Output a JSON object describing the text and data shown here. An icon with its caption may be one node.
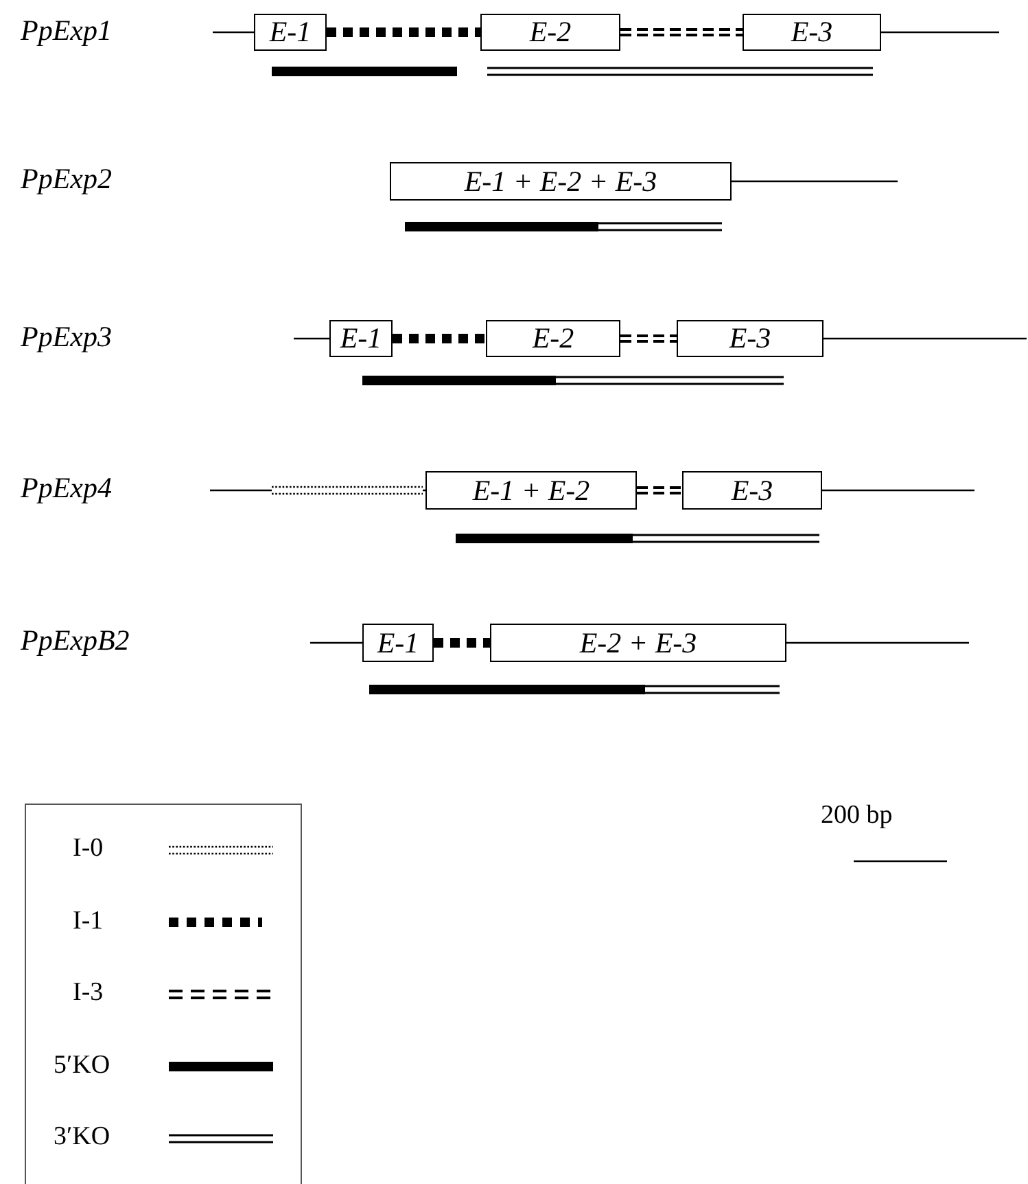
{
  "diagram": {
    "nodes": [
      {
        "text": [
          "E-1"
        ]
      },
      {
        "text": [
          "E-2"
        ]
      },
      {
        "text": [
          "E-3"
        ]
      },
      {
        "text": [
          "E-1 + E-2 + E-3"
        ]
      },
      {
        "text": [
          "E-1"
        ]
      },
      {
        "text": [
          "E-2"
        ]
      },
      {
        "text": [
          "E-3"
        ]
      },
      {
        "text": [
          "E-1 + E-2"
        ]
      },
      {
        "text": [
          "E-3"
        ]
      },
      {
        "text": [
          "E-1"
        ]
      },
      {
        "text": [
          "E-2 + E-3"
        ]
      }
    ],
    "edges": [
      {
        "from": null,
        "to": 0,
        "arrow": "none"
      },
      {
        "from": 0,
        "to": 1,
        "arrow": "none",
        "style": "dashed"
      },
      {
        "from": 1,
        "to": 2,
        "arrow": "none",
        "style": "dashed"
      },
      {
        "from": 2,
        "to": null,
        "arrow": "none"
      },
      {
        "from": 3,
        "to": null,
        "arrow": "none"
      },
      {
        "from": null,
        "to": 4,
        "arrow": "none"
      },
      {
        "from": 4,
        "to": 5,
        "arrow": "none",
        "style": "dashed"
      },
      {
        "from": 5,
        "to": 6,
        "arrow": "none",
        "style": "dashed"
      },
      {
        "from": 6,
        "to": null,
        "arrow": "none"
      },
      {
        "from": null,
        "to": 7,
        "arrow": "none"
      },
      {
        "from": 7,
        "to": 8,
        "arrow": "none",
        "style": "dashed"
      },
      {
        "from": 8,
        "to": null,
        "arrow": "none"
      },
      {
        "from": null,
        "to": 9,
        "arrow": "none"
      },
      {
        "from": 9,
        "to": 10,
        "arrow": "none",
        "style": "dashed"
      },
      {
        "from": 10,
        "to": null,
        "arrow": "none"
      }
    ],
    "labels": [
      "PpExp1",
      "PpExp2",
      "PpExp3",
      "PpExp4",
      "PpExpB2",
      "200 bp"
    ],
    "legend": [
      {
        "text": "I-0"
      },
      {
        "text": "I-1"
      },
      {
        "text": "I-3"
      },
      {
        "text": "5′KO"
      },
      {
        "text": "3′KO"
      }
    ]
  }
}
